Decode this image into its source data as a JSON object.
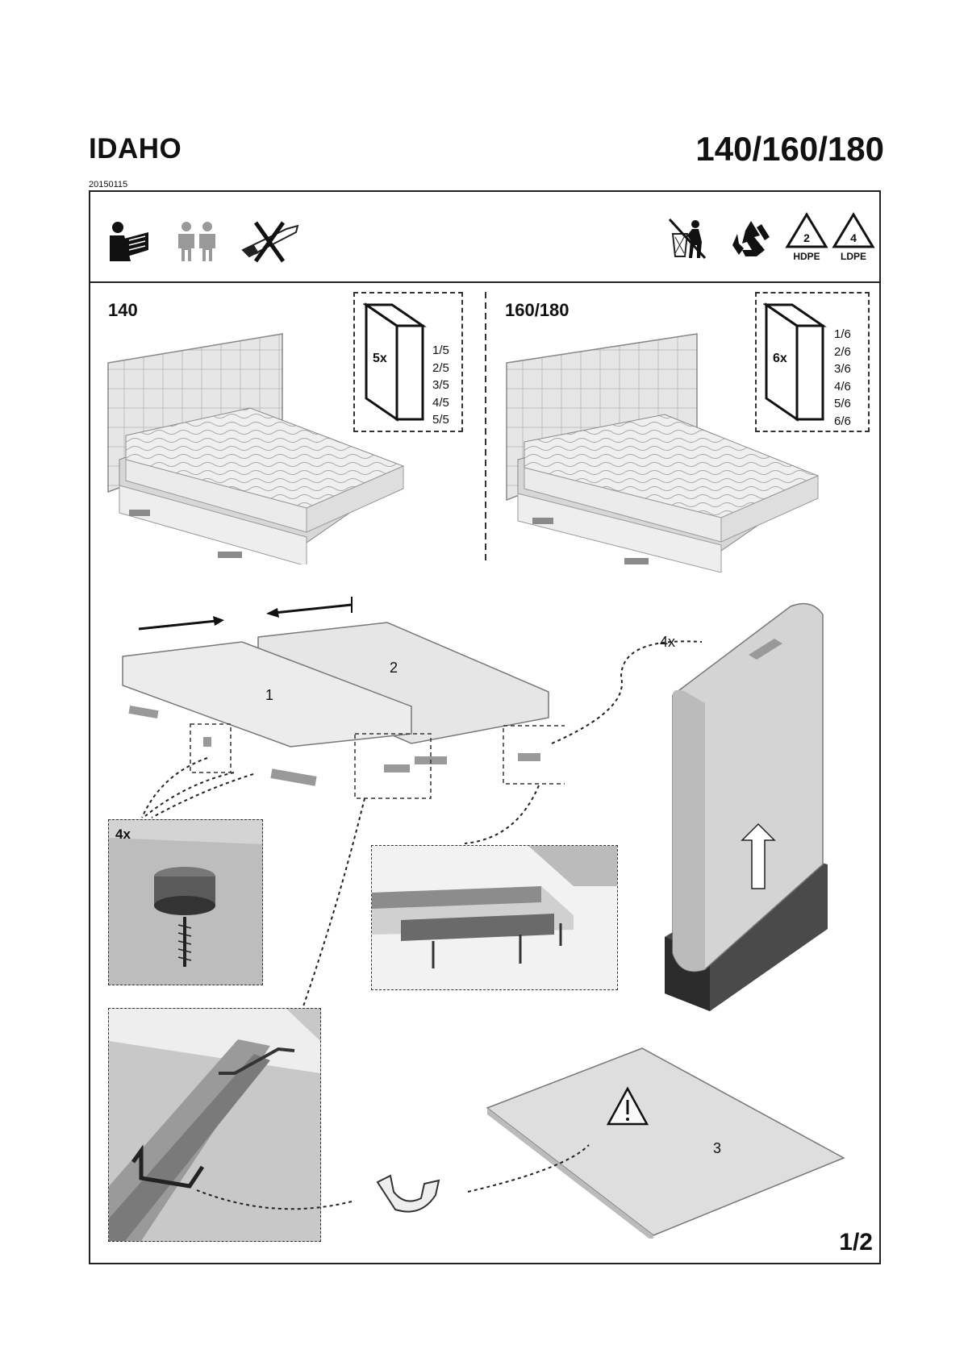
{
  "header": {
    "title": "IDAHO",
    "sizes": "140/160/180",
    "date_code": "20150115"
  },
  "icons": {
    "left": [
      "read-instructions-icon",
      "two-persons-icon",
      "no-knife-icon"
    ],
    "right": [
      "no-littering-icon",
      "recycle-icon",
      "recycle-hdpe-icon",
      "recycle-ldpe-icon"
    ],
    "hdpe_number": "2",
    "hdpe_label": "HDPE",
    "ldpe_number": "4",
    "ldpe_label": "LDPE"
  },
  "variant_140": {
    "label": "140",
    "box_count": "5x",
    "boxes": [
      "1/5",
      "2/5",
      "3/5",
      "4/5",
      "5/5"
    ]
  },
  "variant_160_180": {
    "label": "160/180",
    "box_count": "6x",
    "boxes": [
      "1/6",
      "2/6",
      "3/6",
      "4/6",
      "5/6",
      "6/6"
    ]
  },
  "steps": {
    "base_1": "1",
    "base_2": "2",
    "topper": "3",
    "feet_qty": "4x",
    "unpack_qty": "4x"
  },
  "page_number": "1/2"
}
